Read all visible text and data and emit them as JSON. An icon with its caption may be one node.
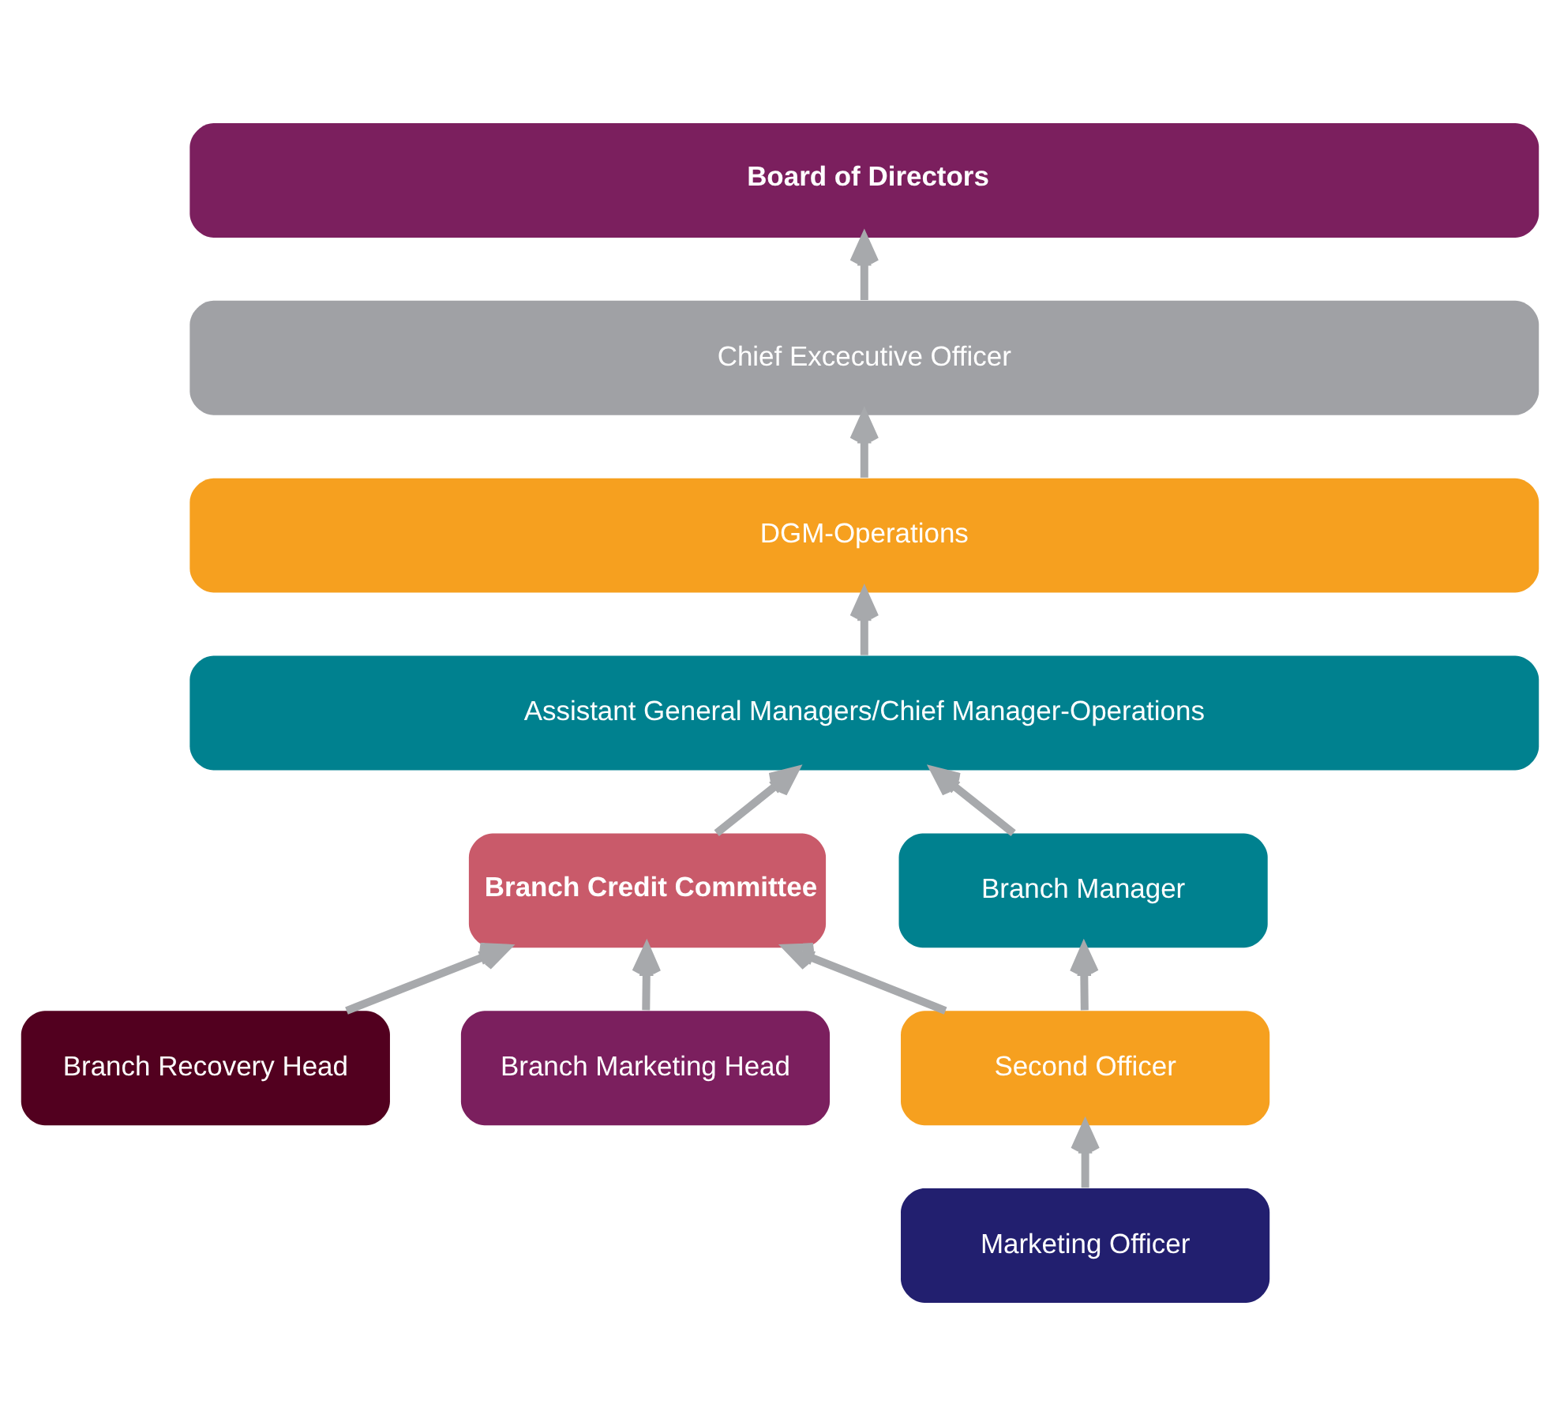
{
  "diagram": {
    "nodes": [
      {
        "text": [
          "Board of Directors"
        ]
      },
      {
        "text": [
          "Chief Excecutive Officer"
        ]
      },
      {
        "text": [
          "DGM-Operations"
        ]
      },
      {
        "text": [
          "Assistant General Managers/Chief Manager-Operations"
        ]
      },
      {
        "text": [
          "Branch Manager"
        ]
      },
      {
        "text": [
          "Branch Credit Committee"
        ]
      },
      {
        "text": [
          "Branch Recovery Head"
        ]
      },
      {
        "text": [
          "Second Officer"
        ]
      },
      {
        "text": [
          "Branch Marketing Head"
        ]
      },
      {
        "text": [
          "Marketing Officer"
        ]
      }
    ],
    "edges": [
      {
        "from": 1,
        "to": 0,
        "arrow": "to"
      },
      {
        "from": 2,
        "to": 1,
        "arrow": "to"
      },
      {
        "from": 3,
        "to": 2,
        "arrow": "to"
      },
      {
        "from": 4,
        "to": 3,
        "arrow": "to"
      },
      {
        "from": 5,
        "to": 3,
        "arrow": "to"
      },
      {
        "from": 7,
        "to": 4,
        "arrow": "to"
      },
      {
        "from": 9,
        "to": 7,
        "arrow": "to"
      },
      {
        "from": 7,
        "to": 5,
        "arrow": "to"
      },
      {
        "from": 6,
        "to": 5,
        "arrow": "to"
      },
      {
        "from": 8,
        "to": 5,
        "arrow": "to"
      }
    ]
  }
}
